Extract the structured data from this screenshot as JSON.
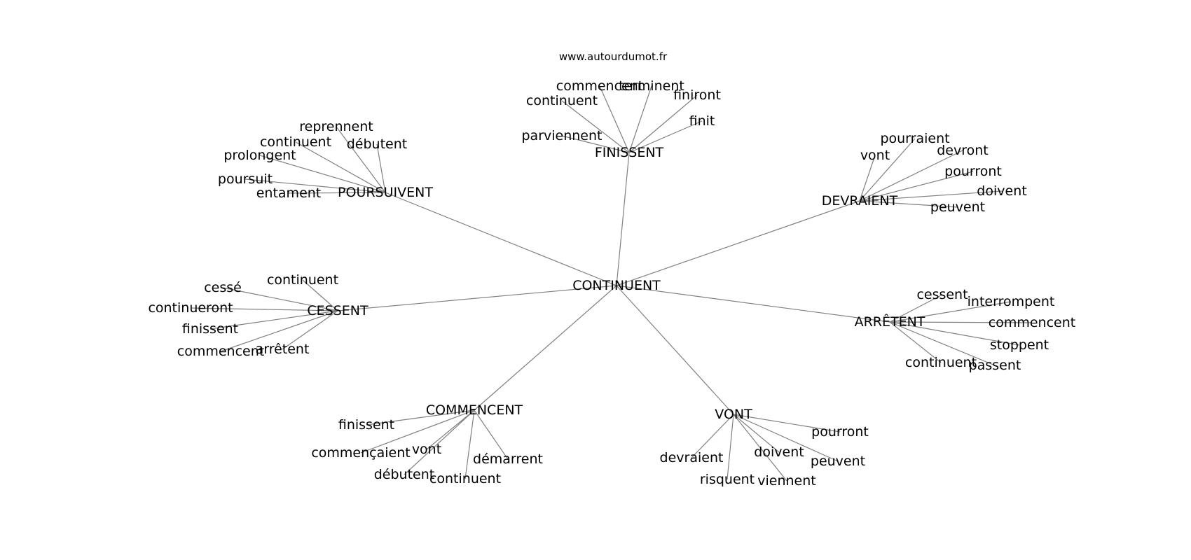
{
  "site": "www.autourdumot.fr",
  "center": "CONTINUENT",
  "clusters": [
    {
      "hub": "FINISSENT",
      "words": [
        "commencent",
        "terminent",
        "continuent",
        "finiront",
        "finit",
        "parviennent"
      ]
    },
    {
      "hub": "POURSUIVENT",
      "words": [
        "reprennent",
        "continuent",
        "débutent",
        "prolongent",
        "poursuit",
        "entament"
      ]
    },
    {
      "hub": "DEVRAIENT",
      "words": [
        "pourraient",
        "devront",
        "vont",
        "pourront",
        "doivent",
        "peuvent"
      ]
    },
    {
      "hub": "CESSENT",
      "words": [
        "continuent",
        "cessé",
        "continueront",
        "finissent",
        "commencent",
        "arrêtent"
      ]
    },
    {
      "hub": "ARRÊTENT",
      "words": [
        "cessent",
        "interrompent",
        "commencent",
        "stoppent",
        "continuent",
        "passent"
      ]
    },
    {
      "hub": "COMMENCENT",
      "words": [
        "finissent",
        "commençaient",
        "vont",
        "démarrent",
        "débutent",
        "continuent"
      ]
    },
    {
      "hub": "VONT",
      "words": [
        "pourront",
        "devraient",
        "doivent",
        "peuvent",
        "risquent",
        "viennent"
      ]
    }
  ]
}
